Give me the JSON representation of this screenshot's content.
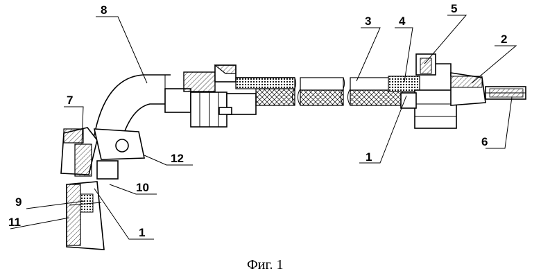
{
  "figure": {
    "caption": "Фиг. 1",
    "labels": [
      "1",
      "1",
      "2",
      "3",
      "4",
      "5",
      "6",
      "7",
      "8",
      "9",
      "10",
      "11",
      "12"
    ]
  }
}
